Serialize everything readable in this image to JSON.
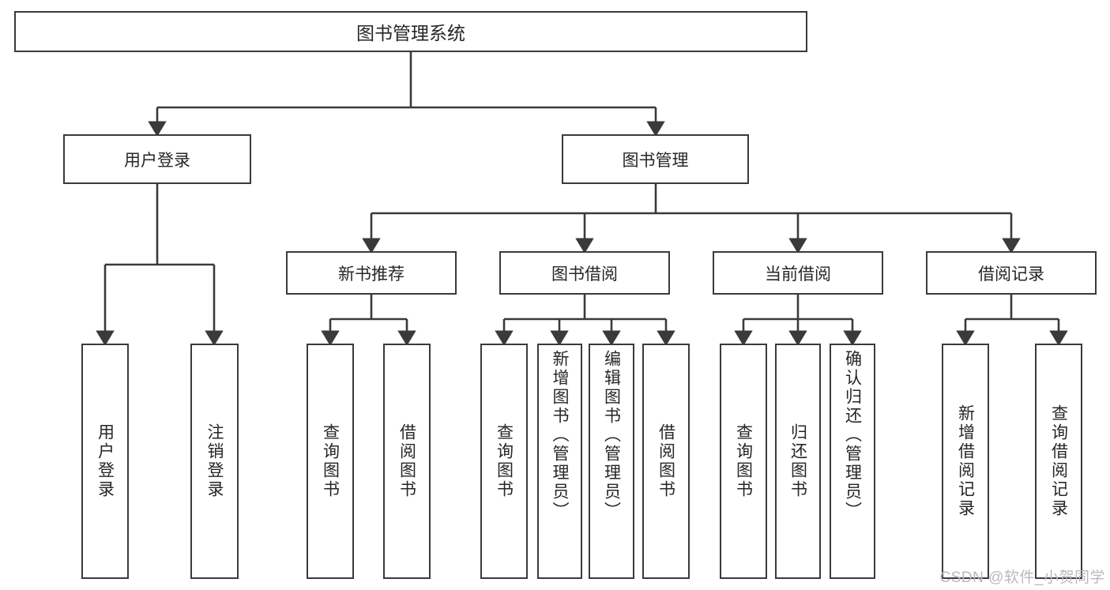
{
  "diagram": {
    "title": "图书管理系统",
    "root": {
      "label": "图书管理系统"
    },
    "level2": [
      {
        "label": "用户登录"
      },
      {
        "label": "图书管理"
      }
    ],
    "level3": [
      {
        "label": "新书推荐"
      },
      {
        "label": "图书借阅"
      },
      {
        "label": "当前借阅"
      },
      {
        "label": "借阅记录"
      }
    ],
    "leaves": {
      "user_login": [
        {
          "label": "用户登录"
        },
        {
          "label": "注销登录"
        }
      ],
      "new_book_recommend": [
        {
          "label": "查询图书"
        },
        {
          "label": "借阅图书"
        }
      ],
      "book_borrow": [
        {
          "label": "查询图书"
        },
        {
          "label": "新增图书（管理员）"
        },
        {
          "label": "编辑图书（管理员）"
        },
        {
          "label": "借阅图书"
        }
      ],
      "current_borrow": [
        {
          "label": "查询图书"
        },
        {
          "label": "归还图书"
        },
        {
          "label": "确认归还（管理员）"
        }
      ],
      "borrow_record": [
        {
          "label": "新增借阅记录"
        },
        {
          "label": "查询借阅记录"
        }
      ]
    }
  },
  "watermark": {
    "text": "CSDN @软件_小贺同学"
  },
  "colors": {
    "stroke": "#3a3a3a",
    "text": "#262626",
    "background": "#ffffff",
    "watermark": "#b9b9b9"
  }
}
